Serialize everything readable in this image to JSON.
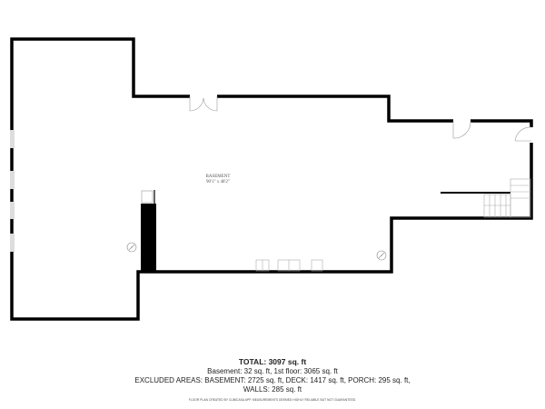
{
  "floor_plan": {
    "room": {
      "name": "BASEMENT",
      "dimensions": "90'1\" x 48'2\""
    },
    "summary": {
      "total": "TOTAL: 3097 sq. ft",
      "line1": "Basement: 32 sq. ft, 1st floor: 3065 sq. ft",
      "line2": "EXCLUDED AREAS: BASEMENT: 2725 sq. ft, DECK: 1417 sq. ft, PORCH: 295 sq. ft,",
      "line3": "WALLS: 285 sq. ft"
    },
    "disclaimer": "FLOOR PLAN CREATED BY CUBICASA APP. MEASUREMENTS DEEMED HIGHLY RELIABLE BUT NOT GUARANTEED."
  }
}
